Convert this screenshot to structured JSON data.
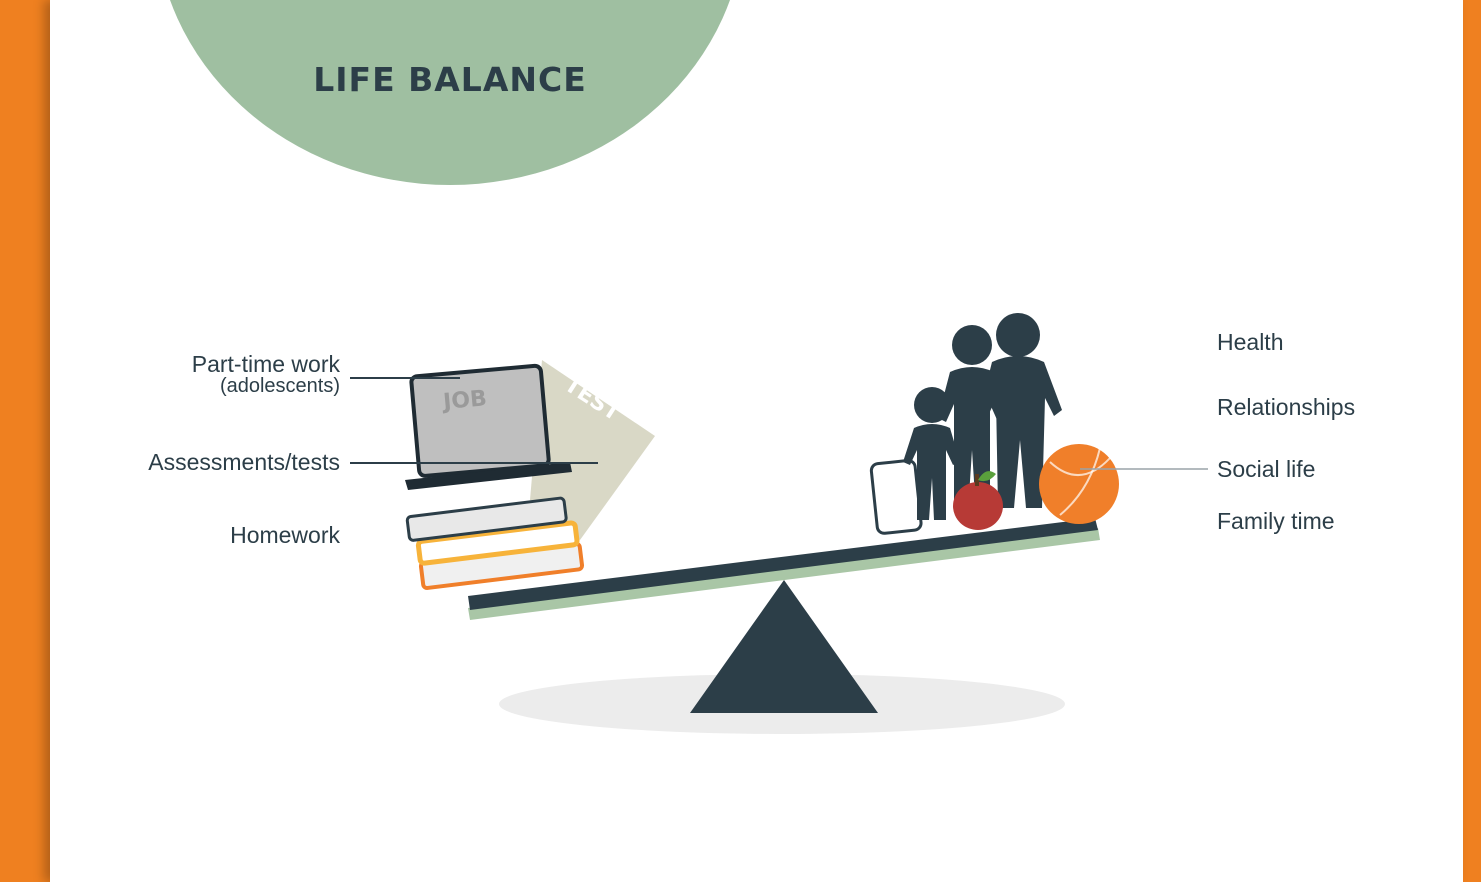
{
  "title": "LIFE BALANCE",
  "left_labels": {
    "part_time_work": "Part-time work",
    "part_time_work_note": "(adolescents)",
    "assessments": "Assessments/tests",
    "homework": "Homework"
  },
  "right_labels": {
    "health": "Health",
    "relationships": "Relationships",
    "social_life": "Social life",
    "family_time": "Family time"
  },
  "icon_text": {
    "job": "JOB",
    "test": "TEST"
  },
  "colors": {
    "background": "#ef8020",
    "title_circle": "#9fbfa1",
    "dark": "#2c3e48",
    "orange": "#f07f2a",
    "apple_red": "#b73a36"
  }
}
